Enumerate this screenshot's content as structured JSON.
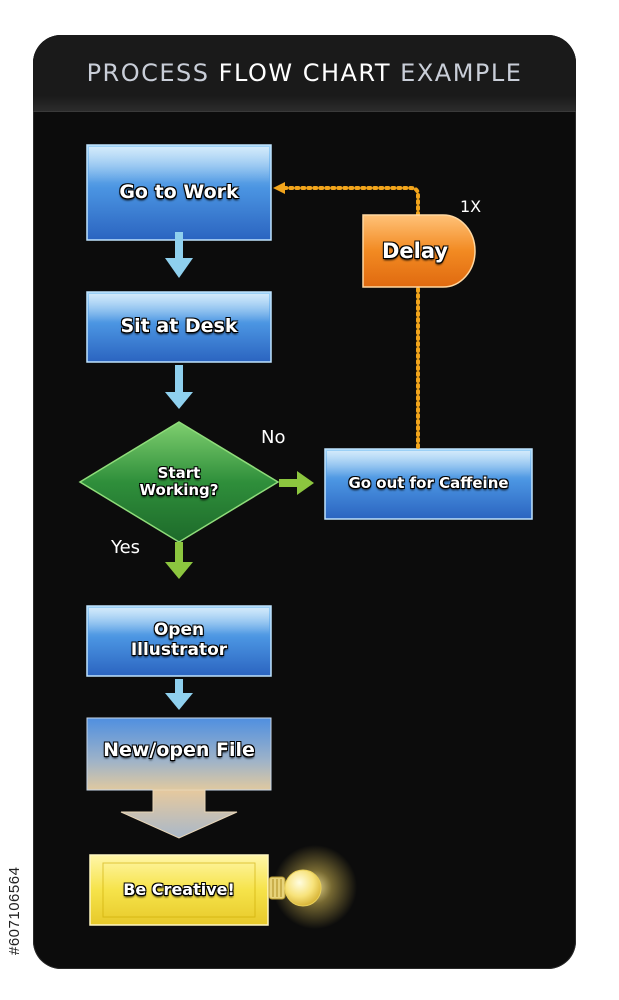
{
  "title": {
    "part1": "PROCESS",
    "part2": "FLOW CHART",
    "part3": "EXAMPLE"
  },
  "nodes": {
    "go_to_work": "Go to Work",
    "sit_at_desk": "Sit at Desk",
    "start_working": {
      "line1": "Start",
      "line2": "Working?"
    },
    "go_out": "Go out for Caffeine",
    "delay": "Delay",
    "open_illustrator": {
      "line1": "Open",
      "line2": "Illustrator"
    },
    "new_open_file": "New/open File",
    "be_creative": "Be Creative!"
  },
  "labels": {
    "no": "No",
    "yes": "Yes",
    "repeat": "1X"
  },
  "stock_id": "#607106564",
  "colors": {
    "panel": "#0c0c0c",
    "process_blue": "#3b7fd6",
    "decision_green": "#2e8b3a",
    "delay_orange": "#f08a1e",
    "arrow_blue": "#8fd0ee",
    "arrow_green": "#8cc63f",
    "dotted_line": "#f2a51c",
    "creative_yellow": "#f3df3a"
  },
  "icons": {
    "bulb": "lightbulb-icon"
  }
}
